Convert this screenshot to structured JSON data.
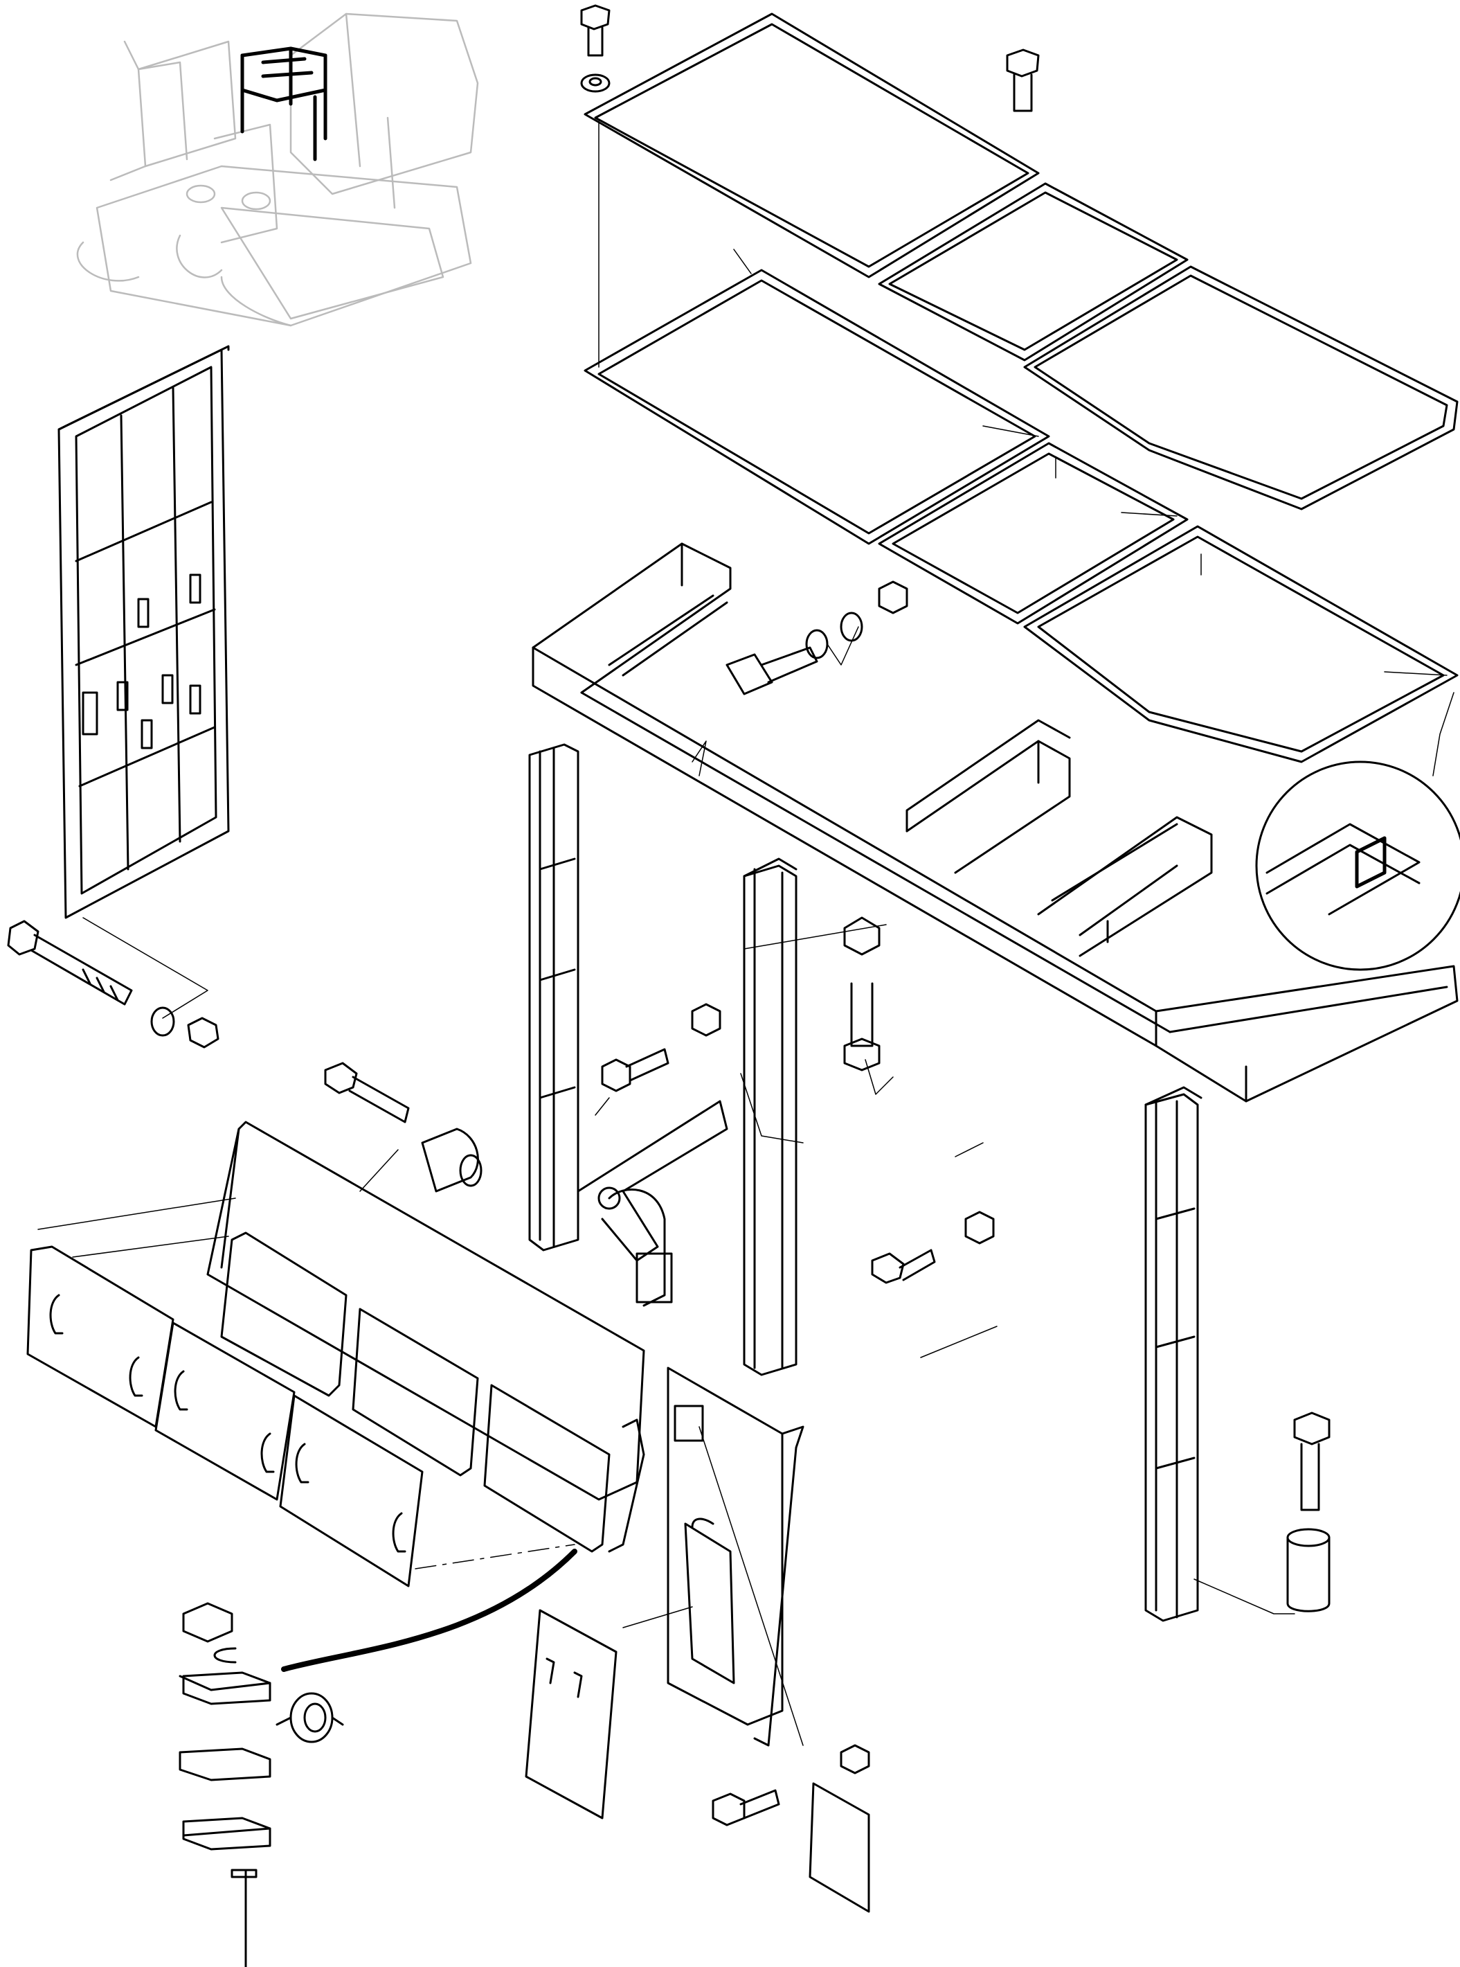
{
  "drawing": {
    "style": "black-and-white exploded parts line drawing",
    "line_color": "#000000",
    "background_color": "#ffffff",
    "printed_text": []
  },
  "parts": [
    "machine-locator-view",
    "fixed-grille-panel",
    "long-bolt",
    "washer",
    "nut",
    "roof-cover-panel-1",
    "roof-cover-panel-2",
    "roof-cover-panel-3",
    "roof-frame-panel-1",
    "roof-frame-panel-2",
    "roof-frame-panel-3",
    "upper-frame-assembly",
    "frame-corner-detail",
    "vertical-post-1",
    "vertical-post-2",
    "vertical-post-3",
    "door-frame-panel",
    "hinged-door-1",
    "hinged-door-2",
    "hinged-door-3",
    "side-panel",
    "inspection-cover",
    "small-cover-plate",
    "hinge-clamp-assembly",
    "spacer-sleeve",
    "grommet"
  ]
}
